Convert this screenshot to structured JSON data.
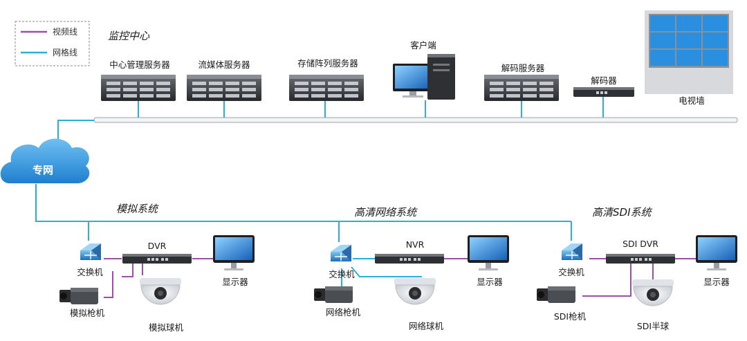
{
  "legend": {
    "items": [
      {
        "label": "视频线",
        "color": "#9b4fa6"
      },
      {
        "label": "网格线",
        "color": "#29b0d6"
      }
    ]
  },
  "colors": {
    "video_line": "#9b4fa6",
    "network_line": "#29b0d6",
    "cloud": "#2d8fd6",
    "server": "#3c3f44",
    "wall_panel": "#2b8fe0"
  },
  "center": {
    "title": "监控中心",
    "devices": {
      "mgmt_server": "中心管理服务器",
      "media_server": "流媒体服务器",
      "storage_server": "存储阵列服务器",
      "client": "客户端",
      "decode_server": "解码服务器",
      "decoder": "解码器",
      "video_wall": "电视墙"
    }
  },
  "network": {
    "cloud_label": "专网"
  },
  "systems": {
    "analog": {
      "title": "模拟系统",
      "switch": "交换机",
      "recorder": "DVR",
      "monitor": "显示器",
      "gun_camera": "模拟枪机",
      "dome_camera": "模拟球机"
    },
    "hd_network": {
      "title": "高清网络系统",
      "switch": "交换机",
      "recorder": "NVR",
      "monitor": "显示器",
      "gun_camera": "网络枪机",
      "dome_camera": "网络球机"
    },
    "hd_sdi": {
      "title": "高清SDI系统",
      "switch": "交换机",
      "recorder": "SDI DVR",
      "monitor": "显示器",
      "gun_camera": "SDI枪机",
      "dome_camera": "SDI半球"
    }
  }
}
